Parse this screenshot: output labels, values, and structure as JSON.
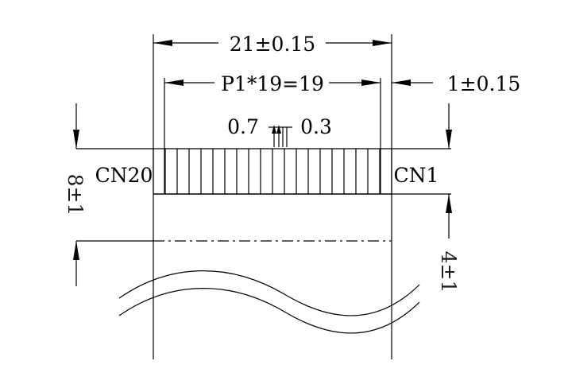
{
  "drawing": {
    "width_dimension": "21±0.15",
    "pitch_dimension": "P1*19=19",
    "edge_offset_dimension": "1±0.15",
    "pin_width_label_left": "0.7",
    "pin_width_label_right": "0.3",
    "connector_left_label": "CN20",
    "connector_right_label": "CN1",
    "height_dimension_left": "8±1",
    "height_dimension_right": "4±1",
    "pin_count": 20
  }
}
